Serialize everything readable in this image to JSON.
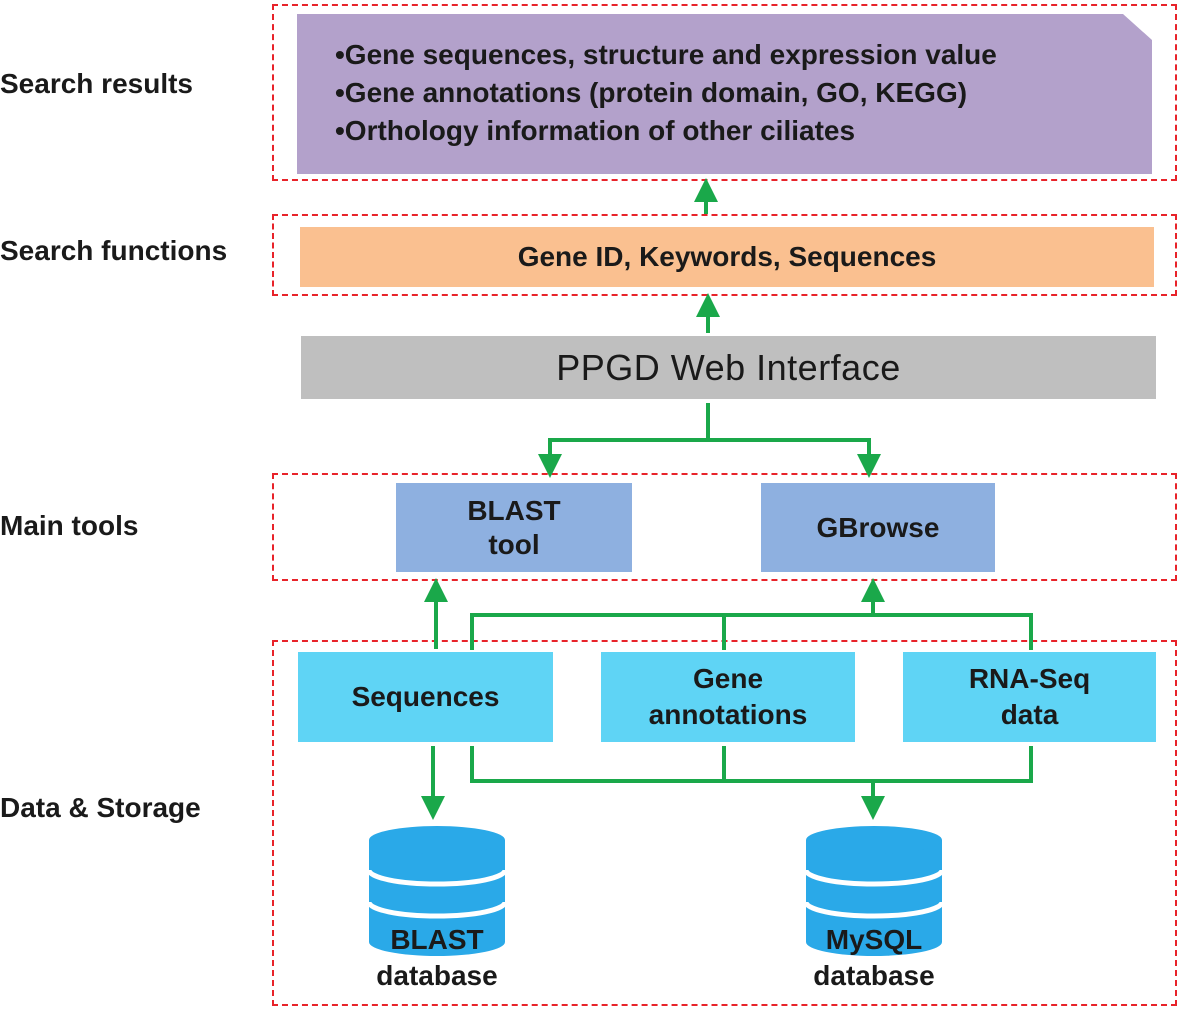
{
  "layers": {
    "search_results": "Search results",
    "search_functions": "Search functions",
    "main_tools": "Main tools",
    "data_storage": "Data & Storage"
  },
  "results": {
    "items": [
      "•Gene sequences, structure and expression value",
      "•Gene annotations (protein domain, GO, KEGG)",
      "•Orthology information of other ciliates"
    ]
  },
  "search": {
    "label": "Gene ID, Keywords, Sequences"
  },
  "web_interface": {
    "label": "PPGD Web Interface"
  },
  "tools": {
    "blast_line1": "BLAST",
    "blast_line2": "tool",
    "gbrowse": "GBrowse"
  },
  "data": {
    "sequences": "Sequences",
    "gene_annotations_line1": "Gene",
    "gene_annotations_line2": "annotations",
    "rnaseq_line1": "RNA-Seq",
    "rnaseq_line2": "data"
  },
  "storage": {
    "blast_db_line1": "BLAST",
    "blast_db_line2": "database",
    "mysql_db_line1": "MySQL",
    "mysql_db_line2": "database"
  },
  "colors": {
    "frame": "#e8232a",
    "arrow": "#1aa84a",
    "results_fill": "#b3a1cb",
    "search_fill": "#fac090",
    "interface_fill": "#bfbfbf",
    "tools_fill": "#8eb0e0",
    "data_fill": "#5fd4f5",
    "db_fill": "#2aa9e8"
  },
  "icons": {
    "database": "database-cylinder-icon"
  }
}
